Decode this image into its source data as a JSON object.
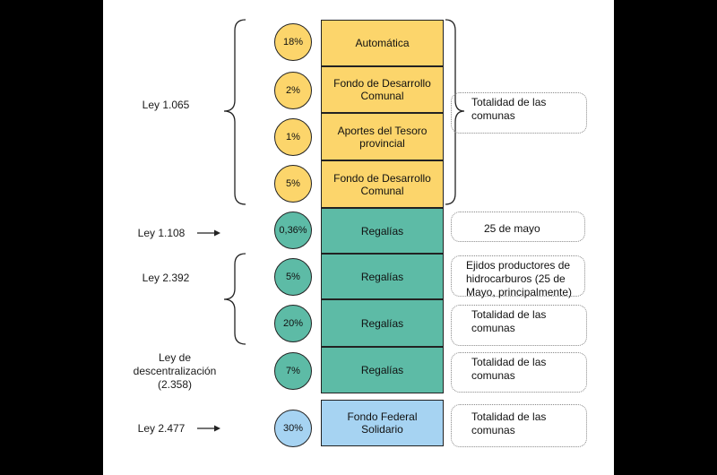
{
  "colors": {
    "yellow": "#fcd56b",
    "teal": "#5dbba6",
    "blue": "#a6d3f2"
  },
  "laws": {
    "l1065": "Ley 1.065",
    "l1108": "Ley 1.108",
    "l2392": "Ley 2.392",
    "descentralizacion": "Ley de descentralización (2.358)",
    "l2477": "Ley 2.477"
  },
  "rows": [
    {
      "pct": "18%",
      "label": "Automática"
    },
    {
      "pct": "2%",
      "label": "Fondo de Desarrollo Comunal"
    },
    {
      "pct": "1%",
      "label": "Aportes del Tesoro provincial"
    },
    {
      "pct": "5%",
      "label": "Fondo de Desarrollo Comunal"
    },
    {
      "pct": "0,36%",
      "label": "Regalías"
    },
    {
      "pct": "5%",
      "label": "Regalías"
    },
    {
      "pct": "20%",
      "label": "Regalías"
    },
    {
      "pct": "7%",
      "label": "Regalías"
    },
    {
      "pct": "30%",
      "label": "Fondo Federal Solidario"
    }
  ],
  "notes": {
    "yellow_group": "Totalidad de las comunas",
    "row5": "25 de mayo",
    "row6": "Ejidos productores de hidrocarburos (25 de Mayo, principalmente)",
    "row7": "Totalidad de las comunas",
    "row8": "Totalidad de las comunas",
    "row9": "Totalidad de las comunas"
  }
}
